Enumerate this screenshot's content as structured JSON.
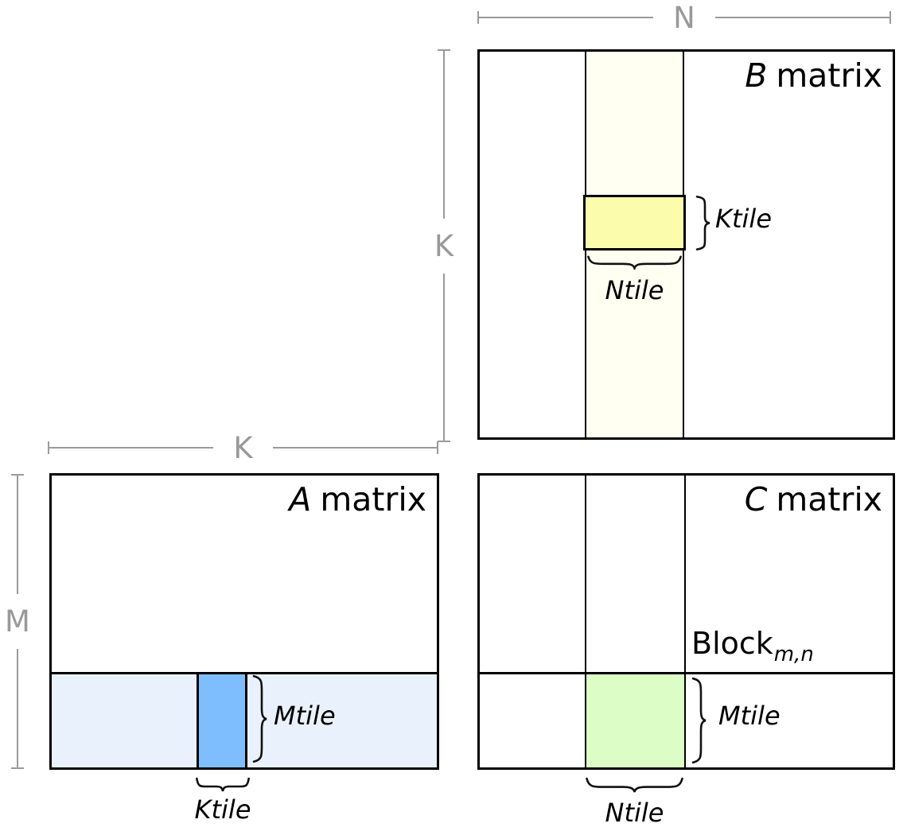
{
  "matrices": {
    "b": {
      "letter": "B",
      "word": "matrix"
    },
    "a": {
      "letter": "A",
      "word": "matrix"
    },
    "c": {
      "letter": "C",
      "word": "matrix"
    }
  },
  "dims": {
    "n": "N",
    "k": "K",
    "m": "M"
  },
  "tiles": {
    "ktile": "Ktile",
    "ntile": "Ntile",
    "mtile": "Mtile"
  },
  "block": {
    "base": "Block",
    "subscript": "m,n"
  },
  "colors": {
    "b_strip": "#FFFFF2",
    "b_tile": "#FCFCAD",
    "a_strip": "#E9F2FC",
    "a_tile": "#7EBEFF",
    "c_tile": "#DDFDC6",
    "border": "#000000",
    "dimension_line": "#9A9A9A"
  }
}
